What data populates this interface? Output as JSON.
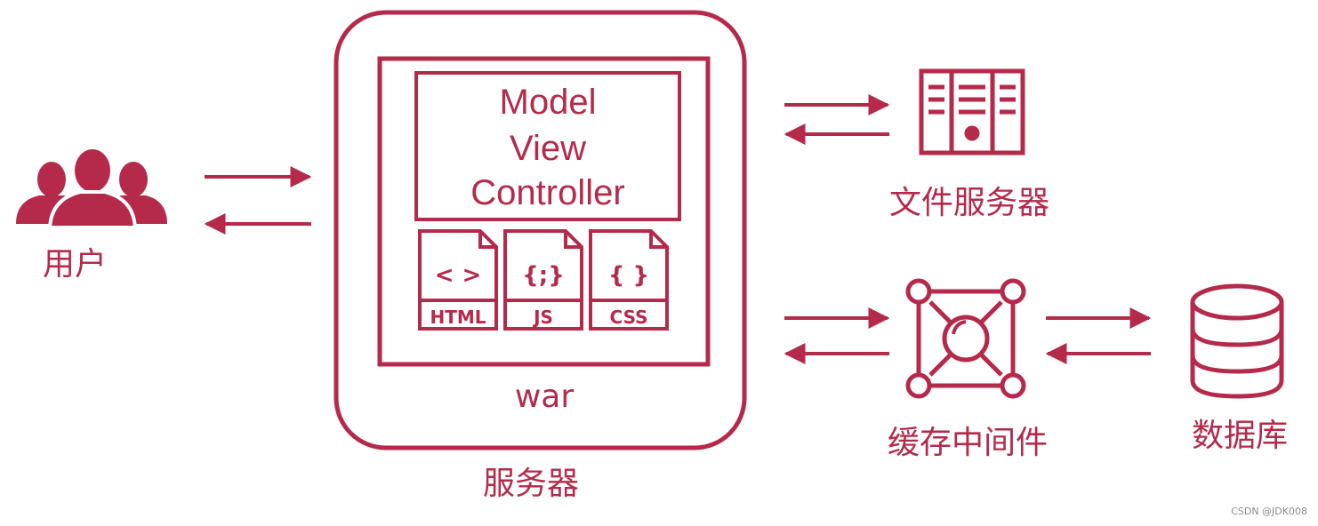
{
  "colors": {
    "accent": "#b52a4a",
    "background": "#ffffff"
  },
  "labels": {
    "user": "用户",
    "server": "服务器",
    "war": "war",
    "file_server": "文件服务器",
    "cache_middleware": "缓存中间件",
    "database": "数据库"
  },
  "mvc": {
    "model": "Model",
    "view": "View",
    "controller": "Controller"
  },
  "files": {
    "html": {
      "tag": "HTML",
      "glyph": "< >"
    },
    "js": {
      "tag": "JS",
      "glyph": "{;}"
    },
    "css": {
      "tag": "CSS",
      "glyph": "{ }"
    }
  },
  "icons": {
    "user": "users-group-icon",
    "file_server": "server-rack-icon",
    "cache": "network-hub-icon",
    "database": "database-cylinder-icon",
    "arrows": "bidirectional-arrows-icon"
  },
  "watermark": "CSDN @JDK008"
}
